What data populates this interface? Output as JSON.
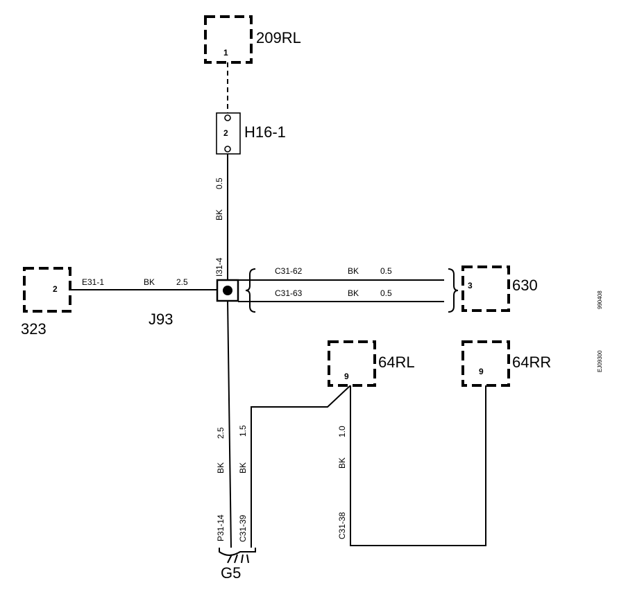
{
  "components": {
    "c209rl": {
      "name": "209RL",
      "pin": "1"
    },
    "h16": {
      "name": "H16-1",
      "pin": "2"
    },
    "c323": {
      "name": "323",
      "pin": "2"
    },
    "c630": {
      "name": "630",
      "pin": "3"
    },
    "c64rl": {
      "name": "64RL",
      "pin": "9"
    },
    "c64rr": {
      "name": "64RR",
      "pin": "9"
    },
    "junction": {
      "name": "J93"
    },
    "ground": {
      "name": "G5"
    }
  },
  "wires": {
    "w_h16_j93": {
      "color": "BK",
      "size": "0.5"
    },
    "w_323": {
      "conn": "E31-1",
      "color": "BK",
      "size": "2.5"
    },
    "w_j93_top_conn": "I31-4",
    "w_630a": {
      "conn": "C31-62",
      "color": "BK",
      "size": "0.5"
    },
    "w_630b": {
      "conn": "C31-63",
      "color": "BK",
      "size": "0.5"
    },
    "w_g5_main": {
      "conn": "P31-14",
      "color": "BK",
      "size": "2.5"
    },
    "w_g5_64rl": {
      "conn": "C31-39",
      "color": "BK",
      "size": "1.5"
    },
    "w_64rr": {
      "conn": "C31-38",
      "color": "BK",
      "size": "1.0"
    }
  },
  "side_codes": {
    "code1": "990408",
    "code2": "EJ09300"
  }
}
